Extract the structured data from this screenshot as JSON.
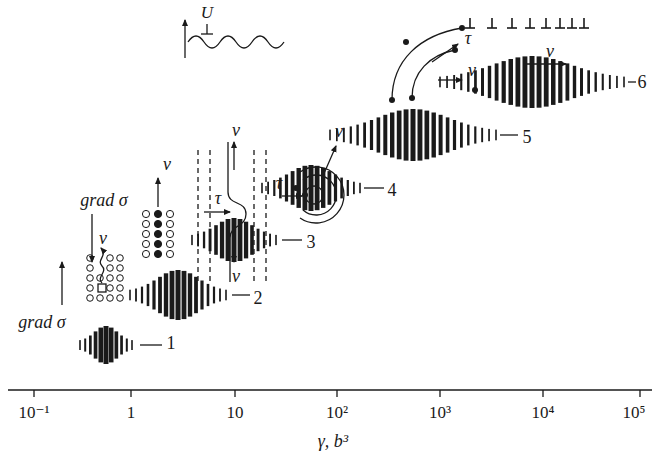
{
  "diagram": {
    "labels": [
      "grad σ",
      "v",
      "1",
      "2",
      "grad σ",
      "v",
      "3",
      "U",
      "v",
      "τ",
      "v",
      "4",
      "τ",
      "v",
      "5",
      "τ",
      "v",
      "v",
      "6",
      "10⁻¹",
      "1",
      "10",
      "10²",
      "10³",
      "10⁴",
      "10⁵",
      "γ, b³"
    ]
  }
}
